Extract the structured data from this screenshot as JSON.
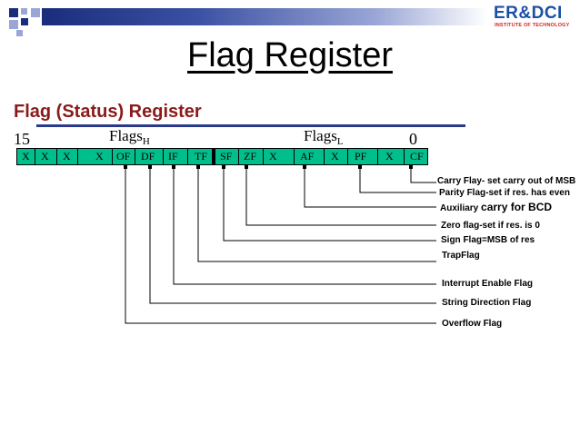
{
  "header": {
    "logo_text": "ER&DCI",
    "logo_subtext": "INSTITUTE OF TECHNOLOGY",
    "decor_colors": [
      "#1a2d7c",
      "#3b51a3",
      "#9aa6d6"
    ]
  },
  "slide": {
    "title": "Flag Register",
    "subtitle": "Flag (Status) Register"
  },
  "register": {
    "bit_high": "15",
    "bit_low": "0",
    "flags_high_base": "Flags",
    "flags_high_sub": "H",
    "flags_low_base": "Flags",
    "flags_low_sub": "L",
    "cells": [
      "X",
      "X",
      "X",
      "X",
      "OF",
      "DF",
      "IF",
      "TF",
      "SF",
      "ZF",
      "X",
      "AF",
      "X",
      "PF",
      "X",
      "CF"
    ],
    "fill_color": "#00bf8c"
  },
  "labels": {
    "cf": "Carry Flay- set carry out of MSB",
    "pf": "Parity Flag-set if res. has even",
    "af_prefix": "Auxiliary ",
    "af_suffix": "carry for BCD",
    "zf": "Zero flag-set if res. is 0",
    "sf": "Sign Flag=MSB of res",
    "tf": "TrapFlag",
    "if": "Interrupt Enable Flag",
    "df": "String Direction Flag",
    "of": "Overflow Flag"
  }
}
